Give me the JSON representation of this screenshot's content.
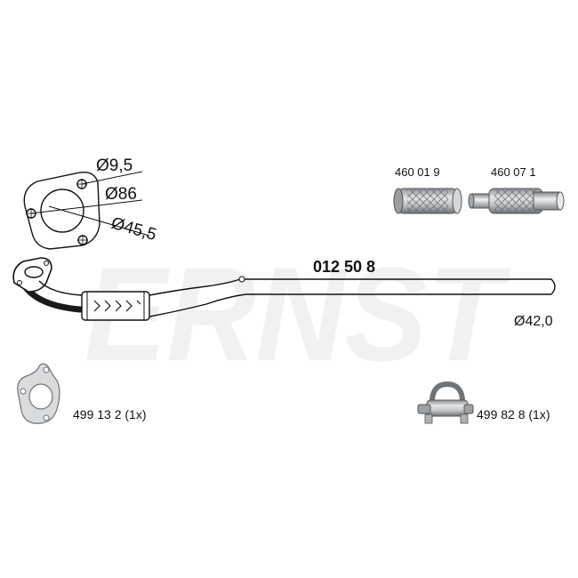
{
  "brand_watermark": "ERNST",
  "main_part": {
    "number": "012 50 8",
    "diameter": "Ø42,0"
  },
  "flange_dimensions": {
    "bolt_hole": "Ø9,5",
    "bolt_circle": "Ø86",
    "bore": "Ø45,5"
  },
  "flex_pipes": [
    {
      "number": "460 01 9"
    },
    {
      "number": "460 07 1"
    }
  ],
  "accessories": {
    "gasket": {
      "label": "499 13 2 (1x)"
    },
    "clamp": {
      "label": "499 82 8 (1x)"
    }
  },
  "colors": {
    "line": "#111111",
    "watermark": "#f1f1f1",
    "metal": "#b8bcc0"
  }
}
